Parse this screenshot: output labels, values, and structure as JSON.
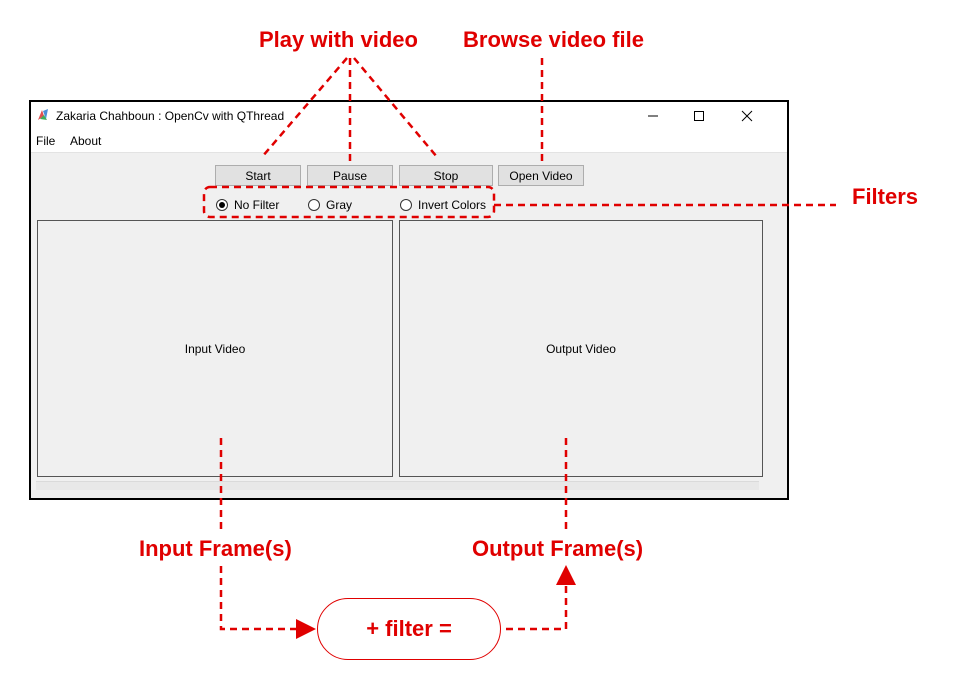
{
  "window": {
    "title": "Zakaria Chahboun : OpenCv with QThread",
    "controls": [
      "minimize-icon",
      "maximize-icon",
      "close-icon"
    ]
  },
  "menu": {
    "items": [
      "File",
      "About"
    ]
  },
  "toolbar": {
    "start_label": "Start",
    "pause_label": "Pause",
    "stop_label": "Stop",
    "open_label": "Open Video"
  },
  "filters": {
    "options": [
      "No Filter",
      "Gray",
      "Invert Colors"
    ],
    "selected": "No Filter"
  },
  "panels": {
    "input_label": "Input Video",
    "output_label": "Output Video"
  },
  "annotations": {
    "play": "Play with video",
    "browse": "Browse video file",
    "filters": "Filters",
    "input_frames": "Input Frame(s)",
    "output_frames": "Output Frame(s)",
    "filter_formula": "+ filter ="
  },
  "colors": {
    "annotation": "#e00000",
    "window_bg": "#f0f0f0",
    "button_bg": "#e1e1e1"
  }
}
